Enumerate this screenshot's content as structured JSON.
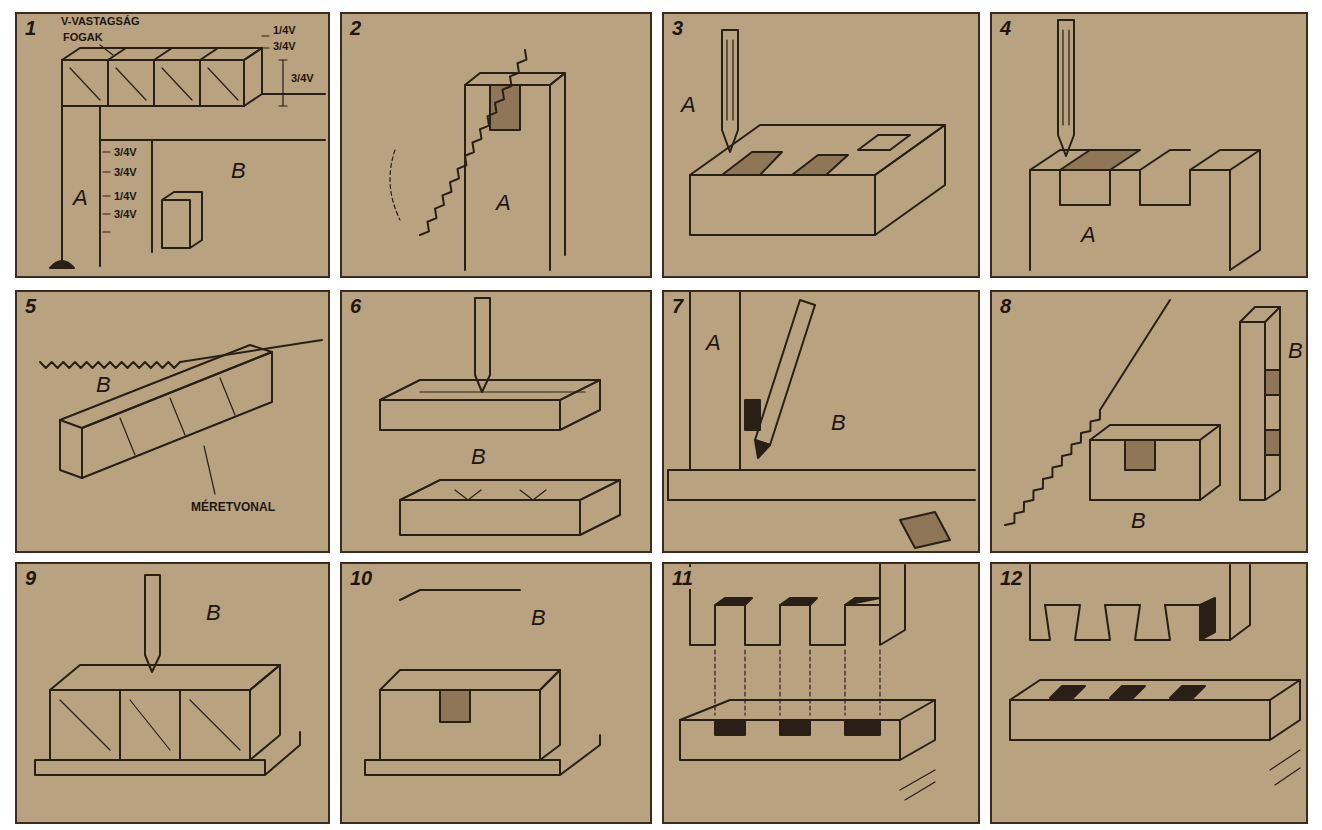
{
  "diagram": {
    "nodes": [
      {
        "text": [
          "1"
        ]
      },
      {
        "text": [
          "2"
        ]
      },
      {
        "text": [
          "3"
        ]
      },
      {
        "text": [
          "4"
        ]
      },
      {
        "text": [
          "5"
        ]
      },
      {
        "text": [
          "6"
        ]
      },
      {
        "text": [
          "7"
        ]
      },
      {
        "text": [
          "8"
        ]
      },
      {
        "text": [
          "9"
        ]
      },
      {
        "text": [
          "10"
        ]
      },
      {
        "text": [
          "11"
        ]
      },
      {
        "text": [
          "12"
        ]
      }
    ],
    "labels": [
      "V-VASTAGSÁG",
      "FOGAK",
      "1/4V",
      "3/4V",
      "3/4V",
      "3/4V",
      "3/4V",
      "1/4V",
      "3/4V",
      "A",
      "B",
      "A",
      "A",
      "A",
      "B",
      "MÉRETVONAL",
      "B",
      "A",
      "B",
      "B",
      "B",
      "B",
      "B"
    ]
  }
}
